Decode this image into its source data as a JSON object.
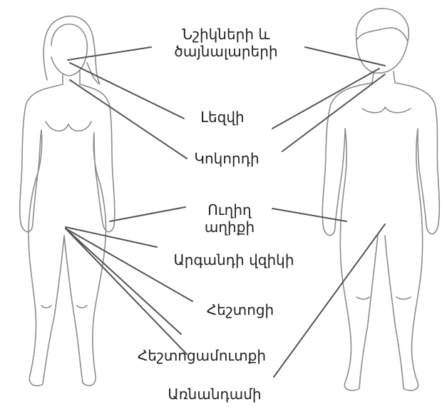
{
  "labels": {
    "teeth_gums": {
      "line1": "Նշիկների և",
      "line2": "ծայնալարերի"
    },
    "tongue": "Լեզվի",
    "throat": "Կոկորդի",
    "rectum": {
      "line1": "Ուղիղ",
      "line2": "աղիքի"
    },
    "vulva": "Արգանդի վզիկի",
    "vagina": "Հեշտոցի",
    "vaginal_entrance": "Հեշտոցամուտքի",
    "penis": "Առնանդամի"
  },
  "colors": {
    "outline": "#8c8c8c",
    "leader": "#555555",
    "text": "#222222"
  }
}
